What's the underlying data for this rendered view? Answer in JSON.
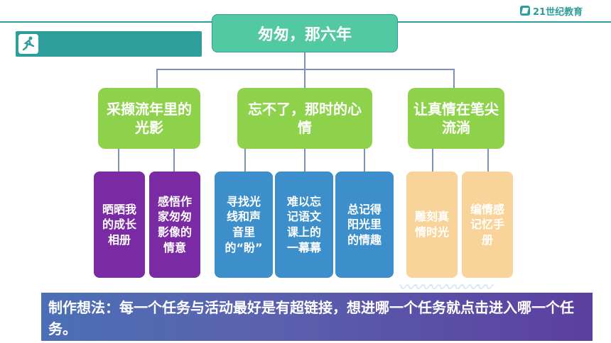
{
  "brand": {
    "logo_text": "21世纪教育"
  },
  "diagram": {
    "root": "匆匆，那六年",
    "branches": [
      {
        "label": "采撷流年里的光影",
        "children": [
          "晒晒我的成长相册",
          "感悟作家匆匆影像的情意"
        ]
      },
      {
        "label": "忘不了，那时的心情",
        "children": [
          "寻找光线和声音里的“盼”",
          "难以忘记语文课上的一幕幕",
          "总记得阳光里的情趣"
        ]
      },
      {
        "label": "让真情在笔尖流淌",
        "children": [
          "雕刻真情时光",
          "编情感记忆手册"
        ]
      }
    ]
  },
  "note": {
    "text": "制作想法：每一个任务与活动最好是有超链接，想进哪一个任务就点击进入哪一个任务。"
  },
  "colors": {
    "teal": "#2e9e9a",
    "root_green": "#52c9a0",
    "branch_green": "#8dd24a",
    "purple": "#7a2aa2",
    "blue": "#3c8fcb",
    "peach": "#f8d39a"
  }
}
